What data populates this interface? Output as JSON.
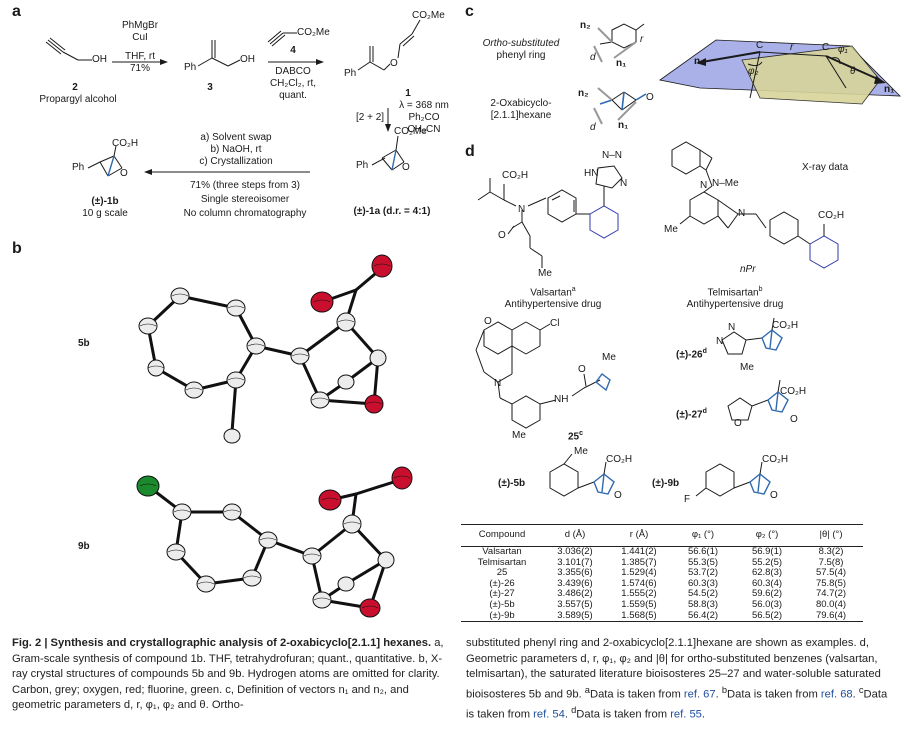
{
  "panel_labels": {
    "a": "a",
    "b": "b",
    "c": "c",
    "d": "d"
  },
  "panel_a": {
    "cpd2_label": "2",
    "cpd2_name": "Propargyl alcohol",
    "cpd2_oh": "OH",
    "step1_reagents": [
      "PhMgBr",
      "CuI",
      "THF, rt",
      "71%"
    ],
    "cpd3_label": "3",
    "cpd3_ph": "Ph",
    "cpd3_oh": "OH",
    "step2_cpd4_group": "CO₂Me",
    "step2_cpd4_label": "4",
    "step2_reagents": [
      "DABCO",
      "CH₂Cl₂, rt,",
      "quant."
    ],
    "cpd1_label": "1",
    "cpd1_ph": "Ph",
    "cpd1_o": "O",
    "cpd1_co2me": "CO₂Me",
    "step3_left": "[2 + 2]",
    "step3_reagents": [
      "λ = 368 nm",
      "Ph₂CO",
      "CH₃CN"
    ],
    "cpd1a_label": "(±)-1a (d.r. = 4:1)",
    "cpd1a_co2me": "CO₂Me",
    "cpd1a_ph": "Ph",
    "cpd1a_o": "O",
    "step4_top": [
      "a) Solvent swap",
      "b) NaOH, rt",
      "c) Crystallization"
    ],
    "step4_bottom": [
      "71% (three steps from 3)",
      "Single stereoisomer",
      "No column chromatography"
    ],
    "cpd1b_label": "(±)-1b",
    "cpd1b_scale": "10 g scale",
    "cpd1b_co2h": "CO₂H",
    "cpd1b_ph": "Ph",
    "cpd1b_o": "O"
  },
  "panel_b": {
    "label_5b": "5b",
    "label_9b": "9b"
  },
  "panel_c": {
    "ortho_label": [
      "Ortho-substituted",
      "phenyl ring"
    ],
    "oxabicyclo_label": [
      "2-Oxabicyclo-",
      "[2.1.1]hexane"
    ],
    "n1": "n₁",
    "n2": "n₂",
    "r": "r",
    "d": "d",
    "o": "O",
    "diagram": {
      "n2": "n₂",
      "n1": "n₁",
      "c1": "C",
      "c2": "C",
      "r": "r",
      "phi1": "φ₁",
      "phi2": "φ₂",
      "theta": "θ"
    }
  },
  "panel_d": {
    "xray_label": "X-ray data",
    "valsartan_name": "Valsartan",
    "valsartan_sup": "a",
    "valsartan_use": "Antihypertensive drug",
    "telmisartan_name": "Telmisartan",
    "telmisartan_sup": "b",
    "telmisartan_use": "Antihypertensive drug",
    "cpd25_label": "25",
    "cpd25_sup": "c",
    "cpd26_label": "(±)-26",
    "cpd26_sup": "d",
    "cpd27_label": "(±)-27",
    "cpd27_sup": "d",
    "cpd5b_label": "(±)-5b",
    "cpd9b_label": "(±)-9b",
    "struct_text": {
      "valsartan": {
        "co2h": "CO₂H",
        "n": "N",
        "o": "O",
        "me": "Me",
        "tet": [
          "N–N",
          "HN",
          "N"
        ]
      },
      "telmisartan": {
        "nme": "N–Me",
        "n1": "N",
        "n2": "N",
        "me": "Me",
        "npr": "nPr",
        "co2h": "CO₂H"
      },
      "c25": {
        "o": "O",
        "cl": "Cl",
        "n": "N",
        "nh": "NH",
        "o2": "O",
        "me": "Me",
        "me2": "Me"
      },
      "c26": {
        "n": "N",
        "n2": "N",
        "me": "Me",
        "co2h": "CO₂H"
      },
      "c27": {
        "o": "O",
        "o2": "O",
        "co2h": "CO₂H"
      },
      "c5b": {
        "me": "Me",
        "co2h": "CO₂H",
        "o": "O"
      },
      "c9b": {
        "f": "F",
        "co2h": "CO₂H",
        "o": "O"
      }
    }
  },
  "table": {
    "headers": [
      "Compound",
      "d (Å)",
      "r (Å)",
      "φ₁ (°)",
      "φ₂ (°)",
      "|θ| (°)"
    ],
    "rows": [
      [
        "Valsartan",
        "3.036(2)",
        "1.441(2)",
        "56.6(1)",
        "56.9(1)",
        "8.3(2)"
      ],
      [
        "Telmisartan",
        "3.101(7)",
        "1.385(7)",
        "55.3(5)",
        "55.2(5)",
        "7.5(8)"
      ],
      [
        "25",
        "3.355(6)",
        "1.529(4)",
        "53.7(2)",
        "62.8(3)",
        "57.5(4)"
      ],
      [
        "(±)-26",
        "3.439(6)",
        "1.574(6)",
        "60.3(3)",
        "60.3(4)",
        "75.8(5)"
      ],
      [
        "(±)-27",
        "3.486(2)",
        "1.555(2)",
        "54.5(2)",
        "59.6(2)",
        "74.7(2)"
      ],
      [
        "(±)-5b",
        "3.557(5)",
        "1.559(5)",
        "58.8(3)",
        "56.0(3)",
        "80.0(4)"
      ],
      [
        "(±)-9b",
        "3.589(5)",
        "1.568(5)",
        "56.4(2)",
        "56.5(2)",
        "79.6(4)"
      ]
    ]
  },
  "caption": {
    "left_title": "Fig. 2 | Synthesis and crystallographic analysis of 2-oxabicyclo[2.1.1] hexanes.",
    "left_a": " a, Gram-scale synthesis of compound 1b. THF, tetrahydrofuran; quant., quantitative.",
    "left_b": " b, X-ray crystal structures of compounds 5b and 9b. Hydrogen atoms are omitted for clarity. Carbon, grey; oxygen, red; fluorine, green.",
    "left_c": " c, Definition of vectors n₁ and n₂, and geometric parameters d, r, φ₁, φ₂ and θ. Ortho-",
    "right_1": "substituted phenyl ring and 2-oxabicyclo[2.1.1]hexane are shown as examples.",
    "right_2": "d, Geometric parameters d, r, φ₁, φ₂ and |θ| for ortho-substituted benzenes (valsartan, telmisartan), the saturated literature bioisosteres 25–27 and water-soluble saturated bioisosteres 5b and 9b.",
    "right_notes": [
      {
        "mark": "a",
        "text": "Data is taken from ",
        "ref": "ref. 67",
        "end": "."
      },
      {
        "mark": "b",
        "text": "Data is taken from ",
        "ref": "ref. 68",
        "end": "."
      },
      {
        "mark": "c",
        "text": "Data is taken from ",
        "ref": "ref. 54",
        "end": "."
      },
      {
        "mark": "d",
        "text": "Data is taken from ",
        "ref": "ref. 55",
        "end": "."
      }
    ]
  },
  "colors": {
    "blue": "#2f6ab0",
    "oxygen": "#c8102e",
    "fluorine": "#1a8a2c",
    "plane_blue": "#aab0e8",
    "plane_yellow": "#d8d49a",
    "link": "#1f4e9e"
  }
}
